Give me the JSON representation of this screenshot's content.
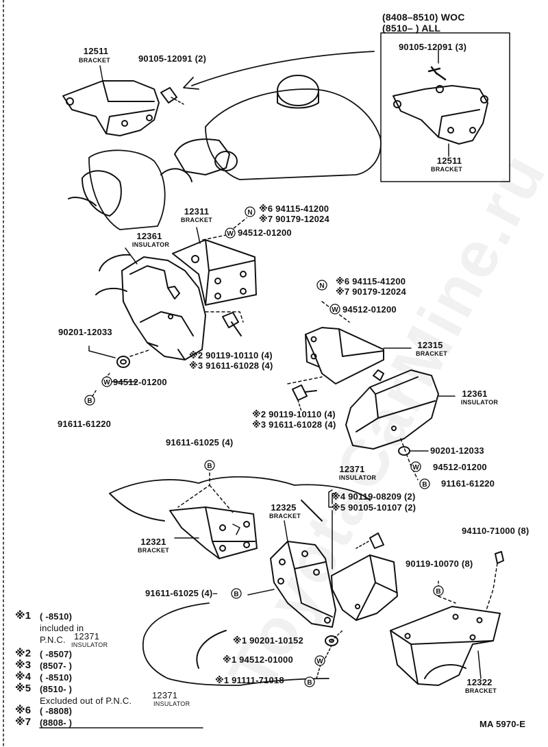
{
  "inset": {
    "header_line1": "(8408–8510) WOC",
    "header_line2": "(8510–       ) ALL",
    "bolt": "90105-12091 (3)",
    "part_no": "12511",
    "part_name": "BRACKET"
  },
  "labels": {
    "p12511_no": "12511",
    "p12511_name": "BRACKET",
    "bolt_top": "90105-12091 (2)",
    "p12311_no": "12311",
    "p12311_name": "BRACKET",
    "p12361a_no": "12361",
    "p12361a_name": "INSULATOR",
    "n6_a": "※6 94115-41200",
    "n7_a": "※7 90179-12024",
    "w_a": "94512-01200",
    "n6_b": "※6 94115-41200",
    "n7_b": "※7 90179-12024",
    "w_b": "94512-01200",
    "p90201_a": "90201-12033",
    "s2_a": "※2  90119-10110 (4)",
    "s3_a": "※3  91611-61028 (4)",
    "w_c": "94512-01200",
    "b_a": "91611-61220",
    "p12315_no": "12315",
    "p12315_name": "BRACKET",
    "p12361b_no": "12361",
    "p12361b_name": "INSULATOR",
    "s2_b": "※2  90119-10110 (4)",
    "s3_b": "※3  91611-61028 (4)",
    "p90201_b": "90201-12033",
    "w_d": "94512-01200",
    "b_b": "91161-61220",
    "b_top": "91611-61025 (4)",
    "p12371_no": "12371",
    "p12371_name": "INSULATOR",
    "s4": "※4 90119-08209 (2)",
    "s5": "※5 90105-10107 (2)",
    "p12325_no": "12325",
    "p12325_name": "BRACKET",
    "p12321_no": "12321",
    "p12321_name": "BRACKET",
    "nut_8": "94110-71000 (8)",
    "bolt_8": "90119-10070 (8)",
    "b_mid": "91611-61025 (4)–",
    "s1_a": "※1 90201-10152",
    "s1_b": "※1 94512-01000",
    "s1_c": "※1 91111-71018",
    "p12322_no": "12322",
    "p12322_name": "BRACKET",
    "code": "MA 5970-E"
  },
  "legend": {
    "l1_mark": "※1",
    "l1_text": "(         -8510)",
    "l1_sub1": "included in",
    "l1_sub2": "P.N.C.",
    "l1_pnc": "12371",
    "l1_pnc_name": "INSULATOR",
    "l2_mark": "※2",
    "l2_text": "(         -8507)",
    "l3_mark": "※3",
    "l3_text": "(8507-          )",
    "l4_mark": "※4",
    "l4_text": "(         -8510)",
    "l5_mark": "※5",
    "l5_text": "(8510-          )",
    "l5_sub": "Excluded out of P.N.C.",
    "l5_pnc": "12371",
    "l5_pnc_name": "INSULATOR",
    "l6_mark": "※6",
    "l6_text": "(         -8808)",
    "l7_mark": "※7",
    "l7_text": "(8808-          )"
  },
  "symbols": {
    "n": "N",
    "w": "W",
    "b": "B"
  },
  "watermark": "ToyotaCarMine.ru"
}
